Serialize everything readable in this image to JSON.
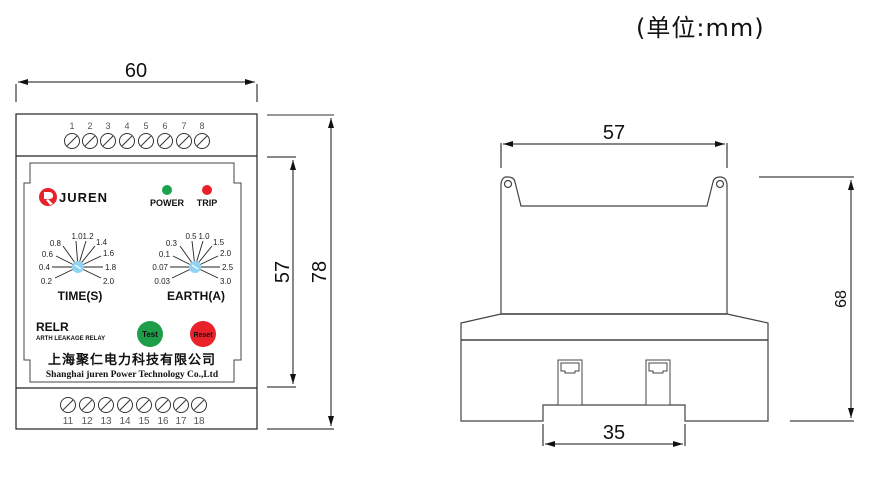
{
  "unit_label": "(单位:mm)",
  "front_view": {
    "dimensions": {
      "width": "60",
      "panel_height": "57",
      "total_height": "78"
    },
    "top_terminals": [
      "1",
      "2",
      "3",
      "4",
      "5",
      "6",
      "7",
      "8"
    ],
    "bottom_terminals": [
      "11",
      "12",
      "13",
      "14",
      "15",
      "16",
      "17",
      "18"
    ],
    "brand": {
      "name": "JUREN",
      "logo_color": "#e8212a"
    },
    "indicators": [
      {
        "label": "POWER",
        "color": "#1aa34a"
      },
      {
        "label": "TRIP",
        "color": "#e8212a"
      }
    ],
    "dials": [
      {
        "title": "TIME(S)",
        "left_values": [
          "0.2",
          "0.4",
          "0.6",
          "0.8",
          "1.0"
        ],
        "right_values": [
          "1.2",
          "1.4",
          "1.6",
          "1.8",
          "2.0"
        ],
        "knob_color": "#8fd3f4"
      },
      {
        "title": "EARTH(A)",
        "left_values": [
          "0.03",
          "0.07",
          "0.1",
          "0.3",
          "0.5"
        ],
        "right_values": [
          "1.0",
          "1.5",
          "2.0",
          "2.5",
          "3.0"
        ],
        "knob_color": "#8fd3f4"
      }
    ],
    "model": "RELR",
    "model_desc": "ARTH LEAKAGE RELAY",
    "buttons": [
      {
        "label": "Test",
        "color": "#1f9e4a"
      },
      {
        "label": "Reset",
        "color": "#e8212a"
      }
    ],
    "company_cn": "上海聚仁电力科技有限公司",
    "company_en": "Shanghai juren Power Technology Co.,Ltd"
  },
  "side_view": {
    "dimensions": {
      "top_width": "57",
      "height": "68",
      "rail_width": "35"
    }
  }
}
